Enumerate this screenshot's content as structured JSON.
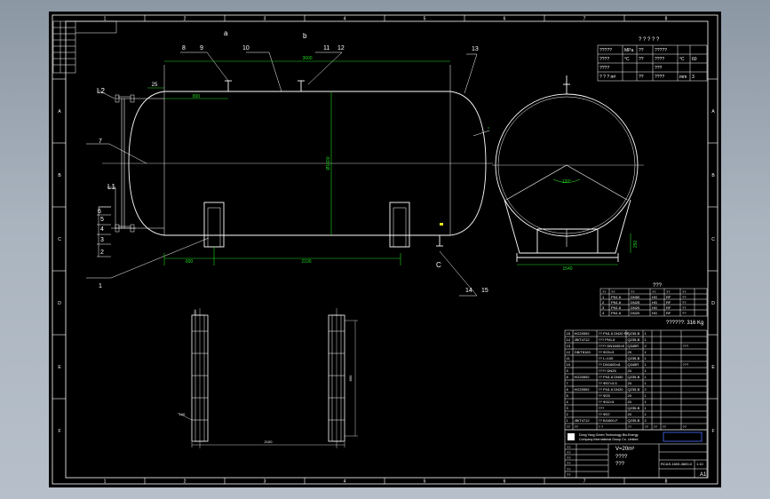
{
  "drawing": {
    "theme": {
      "background": "#000000",
      "line": "#ffffff",
      "dimension": "#1fd61f",
      "accent": "#e7e71a"
    },
    "border": {
      "top_zones": [
        "1",
        "2",
        "3",
        "4",
        "5",
        "6",
        "7",
        "8"
      ],
      "bottom_zones": [
        "1",
        "2",
        "3",
        "4",
        "5",
        "6",
        "7",
        "8"
      ],
      "left_zones": [
        "A",
        "B",
        "C",
        "D",
        "E",
        "F"
      ],
      "right_zones": [
        "A",
        "B",
        "C",
        "D",
        "E",
        "F"
      ]
    },
    "callouts": {
      "item_8": "8",
      "item_9": "9",
      "item_10": "10",
      "item_11": "11",
      "item_12": "12",
      "item_13": "13",
      "item_14": "14",
      "item_15": "15",
      "item_7": "7",
      "item_1": "1",
      "nozzle_L2": "L2",
      "nozzle_L1": "L1",
      "nozzle_C": "C",
      "top_a": "a",
      "top_b": "b",
      "level_6": "6",
      "level_5": "5",
      "level_4": "4",
      "level_3": "3",
      "level_2": "2"
    },
    "dimensions": {
      "shell_length": "3600",
      "nozzle_offset": "800",
      "top_left": "25",
      "diameter": "Ø1600",
      "saddle_spacing": "2100",
      "saddle_end": "600",
      "saddle_height": "250",
      "saddle_width": "1540",
      "side_angle": "°",
      "angle_120": "120°",
      "plan_length": "2100",
      "plan_width": "800",
      "plan_small": "100",
      "plan_top": "300"
    },
    "weight_line": "??????: 316 Kg",
    "spec_table_rows": [
      [
        "?????",
        "MPa",
        "??",
        "?????",
        "",
        ""
      ],
      [
        "????",
        "°C",
        "??",
        "????",
        "°C",
        "60"
      ],
      [
        "????",
        "",
        "",
        "???",
        "",
        ""
      ],
      [
        "? ? ? m³",
        "",
        "??",
        "????",
        "mm",
        "3"
      ]
    ],
    "nozzle_table_title": "???",
    "nozzle_table_rows": [
      [
        "??",
        "??",
        "??",
        "??",
        "??",
        "??"
      ],
      [
        "1",
        "PN1.6",
        "DN50",
        "HG",
        "RF",
        "??"
      ],
      [
        "2",
        "PN1.6",
        "DN25",
        "HG",
        "RF",
        "??"
      ],
      [
        "3",
        "PN1.6",
        "DN20",
        "HG",
        "RF",
        "??"
      ],
      [
        "4",
        "PN1.6",
        "DN20",
        "HG",
        "RF",
        "??"
      ]
    ],
    "parts_rows": [
      [
        "15",
        "HG20592",
        "?? PN1.6 DN20 RF",
        "Q235-B",
        "1",
        "",
        "",
        ""
      ],
      [
        "14",
        "JB/T4712",
        "??? PN1.6",
        "Q235-B",
        "1",
        "",
        "",
        ""
      ],
      [
        "13",
        "",
        "???? DN1600×8",
        "Q345R",
        "2",
        "",
        "",
        "???"
      ],
      [
        "12",
        "GB/T8163",
        "?? Φ25×3",
        "20",
        "1",
        "",
        "",
        ""
      ],
      [
        "11",
        "",
        "?? L=100",
        "Q235-B",
        "1",
        "",
        "",
        ""
      ],
      [
        "10",
        "",
        "?? DN1600×8",
        "Q345R",
        "1",
        "",
        "",
        "???"
      ],
      [
        "9",
        "",
        "???? DN25",
        "20",
        "1",
        "",
        "",
        ""
      ],
      [
        "8",
        "HG20592",
        "?? PN1.6 DN50",
        "Q235-B",
        "1",
        "",
        "",
        ""
      ],
      [
        "7",
        "",
        "?? Φ57×3.5",
        "20",
        "1",
        "",
        "",
        ""
      ],
      [
        "6",
        "HG20592",
        "?? PN1.6 DN20",
        "Q235-B",
        "2",
        "",
        "",
        ""
      ],
      [
        "5",
        "",
        "?? Φ25",
        "20",
        "1",
        "",
        "",
        ""
      ],
      [
        "4",
        "",
        "?? Φ32×3",
        "20",
        "1",
        "",
        "",
        ""
      ],
      [
        "3",
        "",
        "???",
        "Q235-B",
        "1",
        "",
        "",
        ""
      ],
      [
        "2",
        "",
        "?? Φ57",
        "20",
        "1",
        "",
        "",
        ""
      ],
      [
        "1",
        "JB/T4712",
        "?? BI1600-F",
        "Q235-B",
        "2",
        "",
        "",
        ""
      ],
      [
        "??",
        "??",
        "?  ?",
        "??",
        "??",
        "??",
        "??",
        "??"
      ]
    ],
    "title_block": {
      "company_lines": [
        "Dong Yang Green Technology Bio-Energy",
        "Company International Group Co. Limited"
      ],
      "title_main": "V=20m³",
      "title_sub1": "????",
      "title_sub2": "???",
      "drawing_no": "RCAS-1600-3600-0",
      "small_labels": [
        "??",
        "??",
        "??",
        "??",
        "??",
        "??"
      ],
      "scale_label": "1:10",
      "sheet_label": "A1"
    }
  }
}
